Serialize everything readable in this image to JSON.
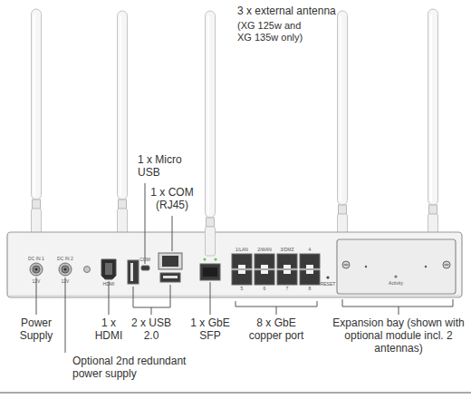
{
  "diagram": {
    "labels": [
      "3 x external antenna",
      "(XG 125w and XG 135w only)",
      "1 x Micro USB",
      "1 x COM (RJ45)",
      "Power Supply",
      "1 x HDMI",
      "2 x USB 2.0",
      "1 x GbE SFP",
      "8 x GbE copper port",
      "Expansion bay (shown with optional module incl. 2 antennas)",
      "Optional 2nd redundant power supply",
      "DC IN 1",
      "12V",
      "DC IN 2",
      "12V",
      "HDMI",
      "COM",
      "1/LAN",
      "2/WAN",
      "3/DMZ",
      "4",
      "5",
      "6",
      "7",
      "8",
      "RESET",
      "Activity"
    ]
  }
}
